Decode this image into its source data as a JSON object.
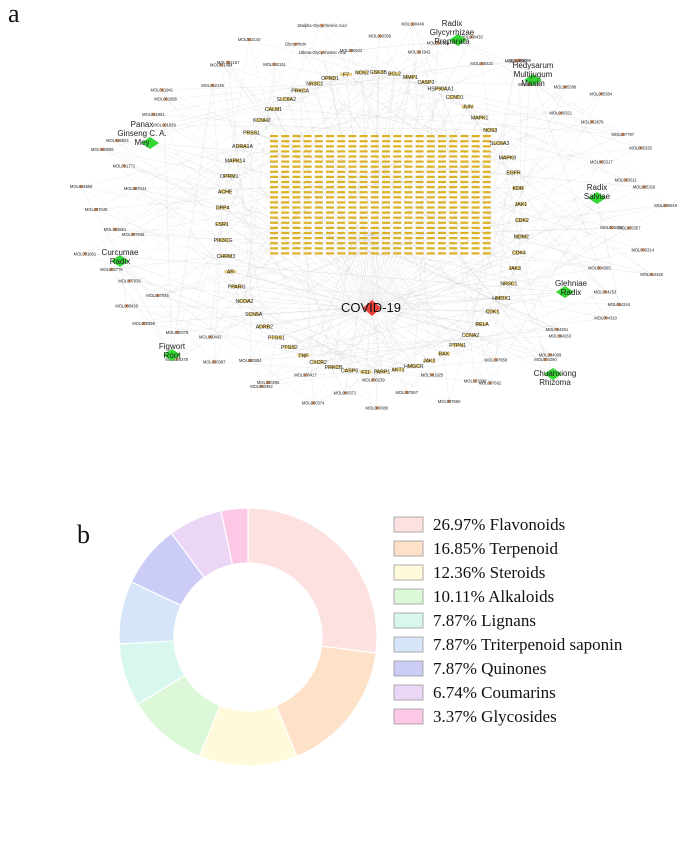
{
  "panel_a": {
    "letter": "a",
    "disease": "COVID-19",
    "colors": {
      "disease": "#e8413b",
      "herb": "#33d633",
      "target": "#d8a500",
      "compound": "#f08030",
      "edge": "#bbbbbb"
    },
    "herbs": [
      "Radix Glycyrrhizae Preparata",
      "Hedysarum Multijugum Maxim",
      "Panax Ginseng C. A. Mey",
      "Radix Salviae",
      "Curcumae Radix",
      "Glehniae Radix",
      "Figwort Root",
      "Chuanxiong Rhizoma"
    ],
    "targets": [
      "F7",
      "NOS2",
      "GSK3B",
      "BCL2",
      "MMP1",
      "CASP3",
      "HSP90AA1",
      "CCND1",
      "JUN",
      "MAPK1",
      "NOS3",
      "SLC6A3",
      "MAPK8",
      "EGFR",
      "KDR",
      "JAK1",
      "CDK2",
      "MDM2",
      "CDK4",
      "JAK3",
      "NR3C1",
      "HMOX1",
      "CDK1",
      "RELA",
      "CCNA2",
      "PTPN1",
      "BAX",
      "JAK2",
      "HMGCR",
      "AKT1",
      "PARP1",
      "F11",
      "CASP9",
      "PRKCB",
      "CXCR2",
      "TNF",
      "PTGS2",
      "PTGS1",
      "ADRB2",
      "SCN5A",
      "NCOA2",
      "PPARG",
      "AR",
      "CHRM3",
      "PIK3CG",
      "ESR1",
      "DPP4",
      "ACHE",
      "OPRM1",
      "MAPK14",
      "ADRA1A",
      "PRSS1",
      "KCNH2",
      "CALM1",
      "SLC6A2",
      "PRKCA",
      "NR3C2",
      "OPRD1"
    ],
    "compounds": [
      "MOL000222",
      "MOL000359",
      "MOL000449",
      "MOL001942",
      "MOL000358",
      "MOL000433",
      "MOL000422",
      "MOL000098",
      "MOL004882",
      "MOL003648",
      "MOL005308",
      "MOL005384",
      "MOL000321",
      "MOL002879",
      "MOL007797",
      "MOL005320",
      "MOL005317",
      "MOL003611",
      "MOL005318",
      "MOL006048",
      "MOL005376",
      "MOL005357",
      "MOL005314",
      "MOL004328",
      "MOL004305",
      "MOL004253",
      "MOL004310",
      "MOL004244",
      "MOL004291",
      "MOL004009",
      "MOL004263",
      "MOL004290",
      "MOL007662",
      "MOL007658",
      "MOL007039",
      "MOL007660",
      "MOL001925",
      "MOL007657",
      "MOL000380",
      "MOL000239",
      "MOL000371",
      "MOL000374",
      "MOL000417",
      "MOL000296",
      "MOL000392",
      "MOL000354",
      "MOL000387",
      "MOL000378",
      "MOL000442",
      "MOL000379",
      "MOL000398",
      "MOL000438",
      "MOL007045",
      "MOL007036",
      "MOL002776",
      "MOL001601",
      "MOL007048",
      "MOL002651",
      "MOL007049",
      "MOL001659",
      "MOL007041",
      "MOL001771",
      "MOL006824",
      "MOL000006",
      "MOL001939",
      "MOL001956",
      "MOL001951",
      "MOL001941",
      "MOL001494",
      "MOL002135",
      "MOL002157",
      "MOL002140",
      "MOL002151",
      "Glycyrrhizin",
      "18alpha-Glycyrrhetinic Acid",
      "18beta-Glycyrrhetinic Acid"
    ]
  },
  "panel_b": {
    "letter": "b",
    "chart_data": {
      "type": "pie",
      "donut": true,
      "legend_position": "right",
      "categories": [
        "Flavonoids",
        "Terpenoid",
        "Steroids",
        "Alkaloids",
        "Lignans",
        "Triterpenoid saponin",
        "Quinones",
        "Coumarins",
        "Glycosides"
      ],
      "values": [
        26.97,
        16.85,
        12.36,
        10.11,
        7.87,
        7.87,
        7.87,
        6.74,
        3.37
      ],
      "labels": [
        "26.97%  Flavonoids",
        "16.85%  Terpenoid",
        "12.36%  Steroids",
        "10.11%  Alkaloids",
        "7.87%  Lignans",
        "7.87%  Triterpenoid saponin",
        "7.87%  Quinones",
        "6.74%  Coumarins",
        "3.37%  Glycosides"
      ],
      "colors": [
        "#fde0e0",
        "#fde2c9",
        "#fffadc",
        "#dcf8d8",
        "#d8f7ee",
        "#d6e6f8",
        "#cccdf7",
        "#ecd6f6",
        "#fdc7e6"
      ]
    }
  }
}
